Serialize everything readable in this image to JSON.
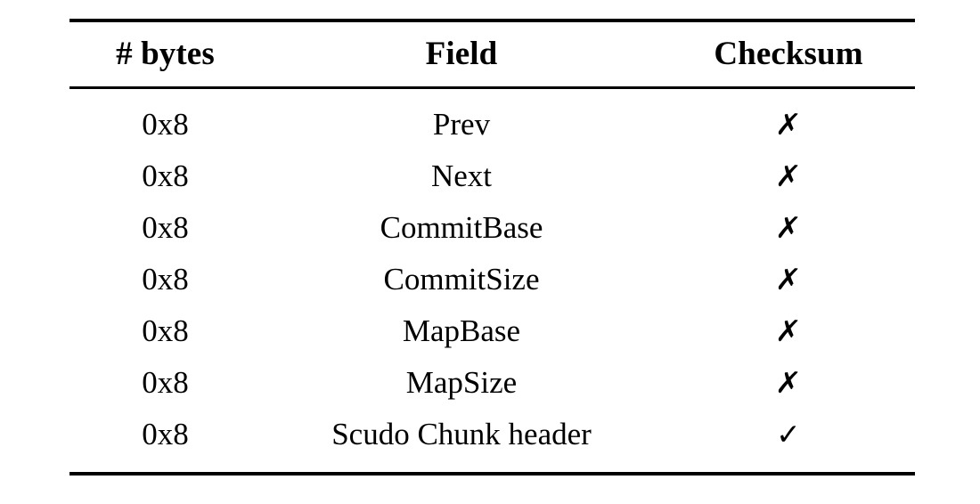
{
  "table": {
    "columns": [
      {
        "key": "bytes",
        "label": "# bytes",
        "align": "center"
      },
      {
        "key": "field",
        "label": "Field",
        "align": "center"
      },
      {
        "key": "checksum",
        "label": "Checksum",
        "align": "center"
      }
    ],
    "rows": [
      {
        "bytes": "0x8",
        "field": "Prev",
        "checksum": "✗",
        "checksum_state": "no",
        "checksum_icon": "cross-icon"
      },
      {
        "bytes": "0x8",
        "field": "Next",
        "checksum": "✗",
        "checksum_state": "no",
        "checksum_icon": "cross-icon"
      },
      {
        "bytes": "0x8",
        "field": "CommitBase",
        "checksum": "✗",
        "checksum_state": "no",
        "checksum_icon": "cross-icon"
      },
      {
        "bytes": "0x8",
        "field": "CommitSize",
        "checksum": "✗",
        "checksum_state": "no",
        "checksum_icon": "cross-icon"
      },
      {
        "bytes": "0x8",
        "field": "MapBase",
        "checksum": "✗",
        "checksum_state": "no",
        "checksum_icon": "cross-icon"
      },
      {
        "bytes": "0x8",
        "field": "MapSize",
        "checksum": "✗",
        "checksum_state": "no",
        "checksum_icon": "cross-icon"
      },
      {
        "bytes": "0x8",
        "field": "Scudo Chunk header",
        "checksum": "✓",
        "checksum_state": "yes",
        "checksum_icon": "check-icon"
      }
    ]
  },
  "colors": {
    "text": "#000000",
    "background": "#ffffff",
    "rule": "#000000"
  }
}
